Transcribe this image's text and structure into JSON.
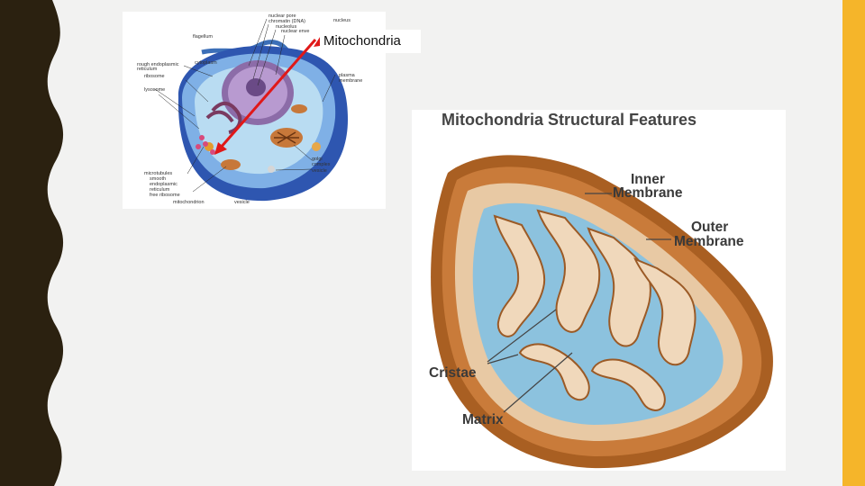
{
  "colors": {
    "left_edge": "#2b2110",
    "right_bar": "#f5b52a",
    "background": "#f2f2f1",
    "arrow": "#e01818"
  },
  "callout": {
    "label": "Mitochondria"
  },
  "cell_diagram": {
    "labels": {
      "nuclear_pore": "nuclear pore",
      "chromatin": "chromatin (DNA)",
      "nucleolus": "nucleolus",
      "nuclear_envelope": "nuclear enve",
      "nucleus": "nucleus",
      "flagellum": "flagellum",
      "rough_er": "rough endoplasmic",
      "rough_er_2": "reticulum",
      "cytoplasm": "cytoplasm",
      "ribosome": "ribosome",
      "lysosome": "lysosome",
      "plasma_membrane": "plasma",
      "plasma_membrane_2": "membrane",
      "microtubules": "microtubules",
      "smooth_er": "smooth",
      "smooth_er_2": "endoplasmic",
      "smooth_er_3": "reticulum",
      "free_ribosome": "free ribosome",
      "mitochondrion": "mitochondrion",
      "vesicle_bottom": "vesicle",
      "golgi": "golgi",
      "golgi_2": "complex",
      "vesicle_right": "vesicle"
    }
  },
  "mito_diagram": {
    "title": "Mitochondria Structural Features",
    "labels": {
      "inner_1": "Inner",
      "inner_2": "Membrane",
      "outer_1": "Outer",
      "outer_2": "Membrane",
      "cristae": "Cristae",
      "matrix": "Matrix"
    }
  }
}
